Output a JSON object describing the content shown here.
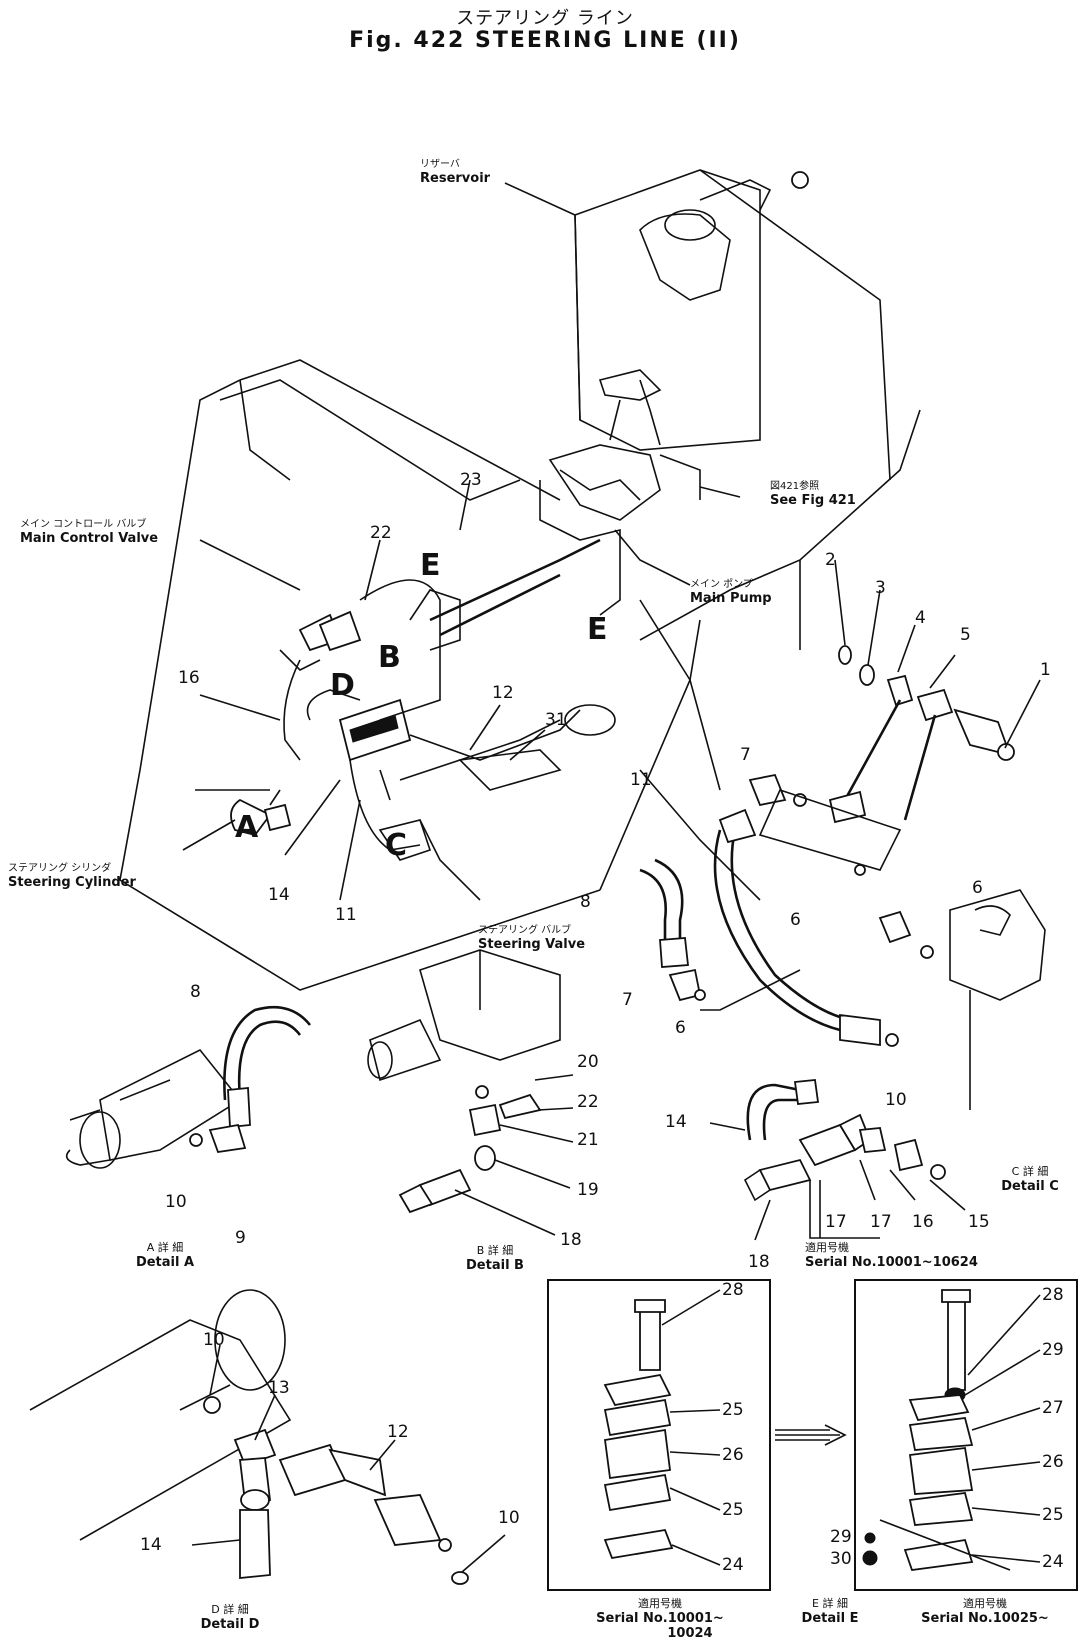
{
  "title": {
    "jp": "ステアリング ライン",
    "en": "Fig. 422  STEERING LINE (II)"
  },
  "labels": {
    "reservoir": {
      "jp": "リザーバ",
      "en": "Reservoir"
    },
    "see_fig": {
      "jp": "図421参照",
      "en": "See Fig 421"
    },
    "main_control_valve": {
      "jp": "メイン コントロール バルブ",
      "en": "Main  Control  Valve"
    },
    "main_pump": {
      "jp": "メイン ポンプ",
      "en": "Main  Pump"
    },
    "steering_cylinder": {
      "jp": "ステアリング シリンダ",
      "en": "Steering  Cylinder"
    },
    "steering_valve": {
      "jp": "ステアリング バルブ",
      "en": "Steering  Valve"
    }
  },
  "view_markers": [
    "A",
    "B",
    "C",
    "D",
    "E",
    "E"
  ],
  "part_numbers": {
    "main": [
      "23",
      "22",
      "2",
      "3",
      "4",
      "5",
      "1",
      "16",
      "12",
      "31",
      "11",
      "7",
      "6",
      "6",
      "8",
      "7",
      "6",
      "11",
      "14",
      "10"
    ],
    "detail_b": [
      "20",
      "22",
      "21",
      "19",
      "18"
    ],
    "detail_c": [
      "14",
      "17",
      "17",
      "16",
      "15",
      "18"
    ],
    "detail_a": [
      "8",
      "10",
      "9"
    ],
    "detail_d": [
      "10",
      "13",
      "12",
      "14",
      "10"
    ],
    "detail_e1": [
      "28",
      "25",
      "26",
      "25",
      "24"
    ],
    "detail_e2": [
      "28",
      "29",
      "27",
      "26",
      "25",
      "24",
      "29",
      "30"
    ]
  },
  "captions": {
    "detail_a": {
      "jp": "A 詳 細",
      "en": "Detail  A"
    },
    "detail_b": {
      "jp": "B 詳 細",
      "en": "Detail  B"
    },
    "detail_c": {
      "jp": "C 詳 細",
      "en": "Detail  C"
    },
    "detail_d": {
      "jp": "D 詳 細",
      "en": "Detail  D"
    },
    "detail_e": {
      "jp": "E 詳 細",
      "en": "Detail  E"
    },
    "serial_c": {
      "jp": "適用号機",
      "en": "Serial No.10001~10624"
    },
    "serial_e1": {
      "jp": "適用号機",
      "en": "Serial No.10001~",
      "en2": "10024"
    },
    "serial_e2": {
      "jp": "適用号機",
      "en": "Serial No.10025~"
    }
  }
}
